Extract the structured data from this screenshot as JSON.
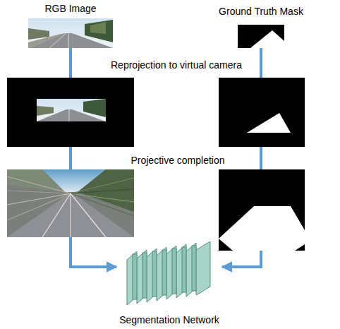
{
  "diagram": {
    "nodes": [
      {
        "text": [
          "RGB Image"
        ]
      },
      {
        "text": [
          "Ground Truth Mask"
        ]
      },
      {
        "text": [
          "Segmentation Network"
        ]
      }
    ],
    "edges": [
      {
        "from": 0,
        "to": 2,
        "arrow": "to"
      },
      {
        "from": 1,
        "to": 2,
        "arrow": "to"
      }
    ],
    "labels": [
      "Reprojection to virtual camera",
      "Projective completion"
    ]
  }
}
